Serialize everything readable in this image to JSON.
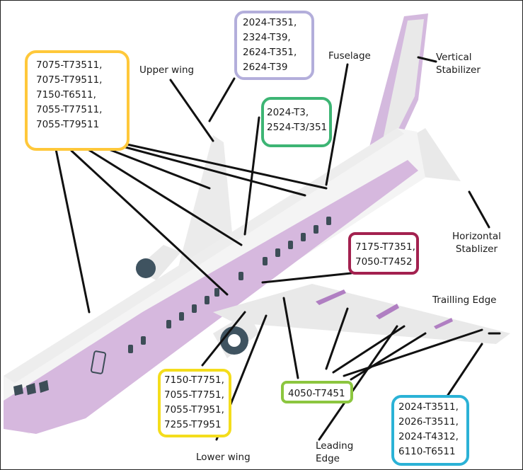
{
  "colors": {
    "fuselage": "#f4f4f4",
    "wing": "#e9e9e9",
    "belly": "#d6b8de",
    "accent": "#b07fc2",
    "window": "#3d4d57",
    "leader": "#111111",
    "engine": "#3f5360"
  },
  "callouts": {
    "upper_wing_alloys": {
      "text": "7075-T73511,\n7075-T79511,\n7150-T6511,\n7055-T77511,\n7055-T79511",
      "color": "#ffc83a"
    },
    "fuselage_top_alloys": {
      "text": "2024-T351,\n2324-T39,\n2624-T351,\n2624-T39",
      "color": "#b3aedb"
    },
    "fuselage_alloys": {
      "text": "2024-T3,\n2524-T3/351",
      "color": "#3db574"
    },
    "mid_alloys": {
      "text": "7175-T7351,\n7050-T7452",
      "color": "#a3214f"
    },
    "lower_wing_alloys": {
      "text": "7150-T7751,\n7055-T7751,\n7055-T7951,\n7255-T7951",
      "color": "#f4dd1c"
    },
    "edge_alloy": {
      "text": "4050-T7451",
      "color": "#8cc63f"
    },
    "stabilizer_alloys": {
      "text": "2024-T3511,\n2026-T3511,\n2024-T4312,\n6110-T6511",
      "color": "#2bb2d6"
    }
  },
  "labels": {
    "upper_wing": "Upper wing",
    "fuselage": "Fuselage",
    "vertical_stabilizer": "Vertical\nStabilizer",
    "horizontal_stabilizer": "Horizontal\nStablizer",
    "trailing_edge": "Trailling Edge",
    "leading_edge": "Leading\nEdge",
    "lower_wing": "Lower wing"
  }
}
